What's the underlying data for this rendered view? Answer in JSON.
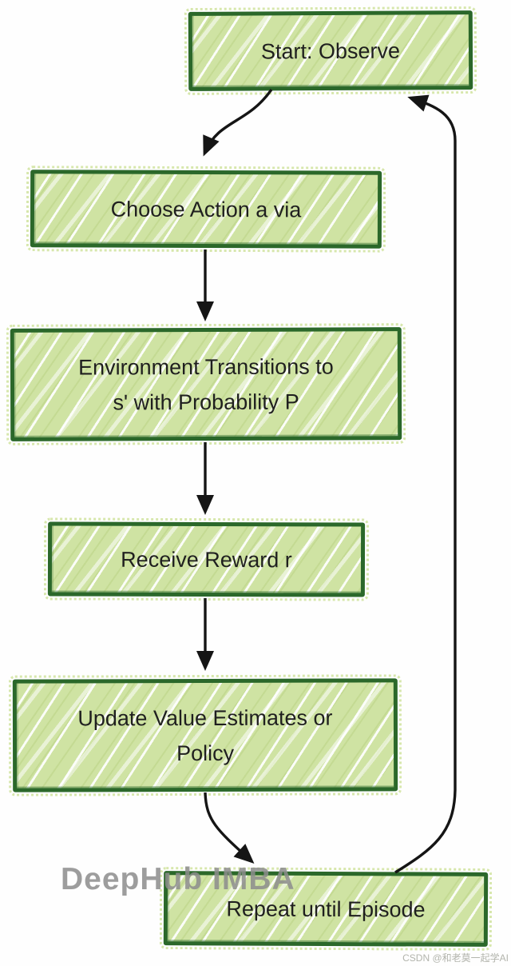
{
  "diagram": {
    "title_hint": "reinforcement-learning-loop-flowchart",
    "nodes": [
      {
        "id": "start",
        "lines": [
          "Start: Observe"
        ]
      },
      {
        "id": "choose",
        "lines": [
          "Choose Action a via"
        ]
      },
      {
        "id": "env",
        "lines": [
          "Environment Transitions to",
          "s' with Probability P"
        ]
      },
      {
        "id": "reward",
        "lines": [
          "Receive Reward r"
        ]
      },
      {
        "id": "update",
        "lines": [
          "Update Value Estimates or",
          "Policy"
        ]
      },
      {
        "id": "repeat",
        "lines": [
          "Repeat until Episode"
        ]
      }
    ],
    "edges": [
      {
        "from": "start",
        "to": "choose"
      },
      {
        "from": "choose",
        "to": "env"
      },
      {
        "from": "env",
        "to": "reward"
      },
      {
        "from": "reward",
        "to": "update"
      },
      {
        "from": "update",
        "to": "repeat"
      },
      {
        "from": "repeat",
        "to": "start",
        "type": "loop-back"
      }
    ],
    "watermark": "DeepHub IMBA",
    "credit": "CSDN @和老莫一起学AI",
    "colors": {
      "node_fill": "#cfe3a3",
      "node_border": "#2b682a",
      "arrow": "#151515",
      "text": "#1f1f1f",
      "watermark": "#8d8d8d",
      "credit": "#b2b4ac",
      "background": "#fefefe"
    }
  }
}
